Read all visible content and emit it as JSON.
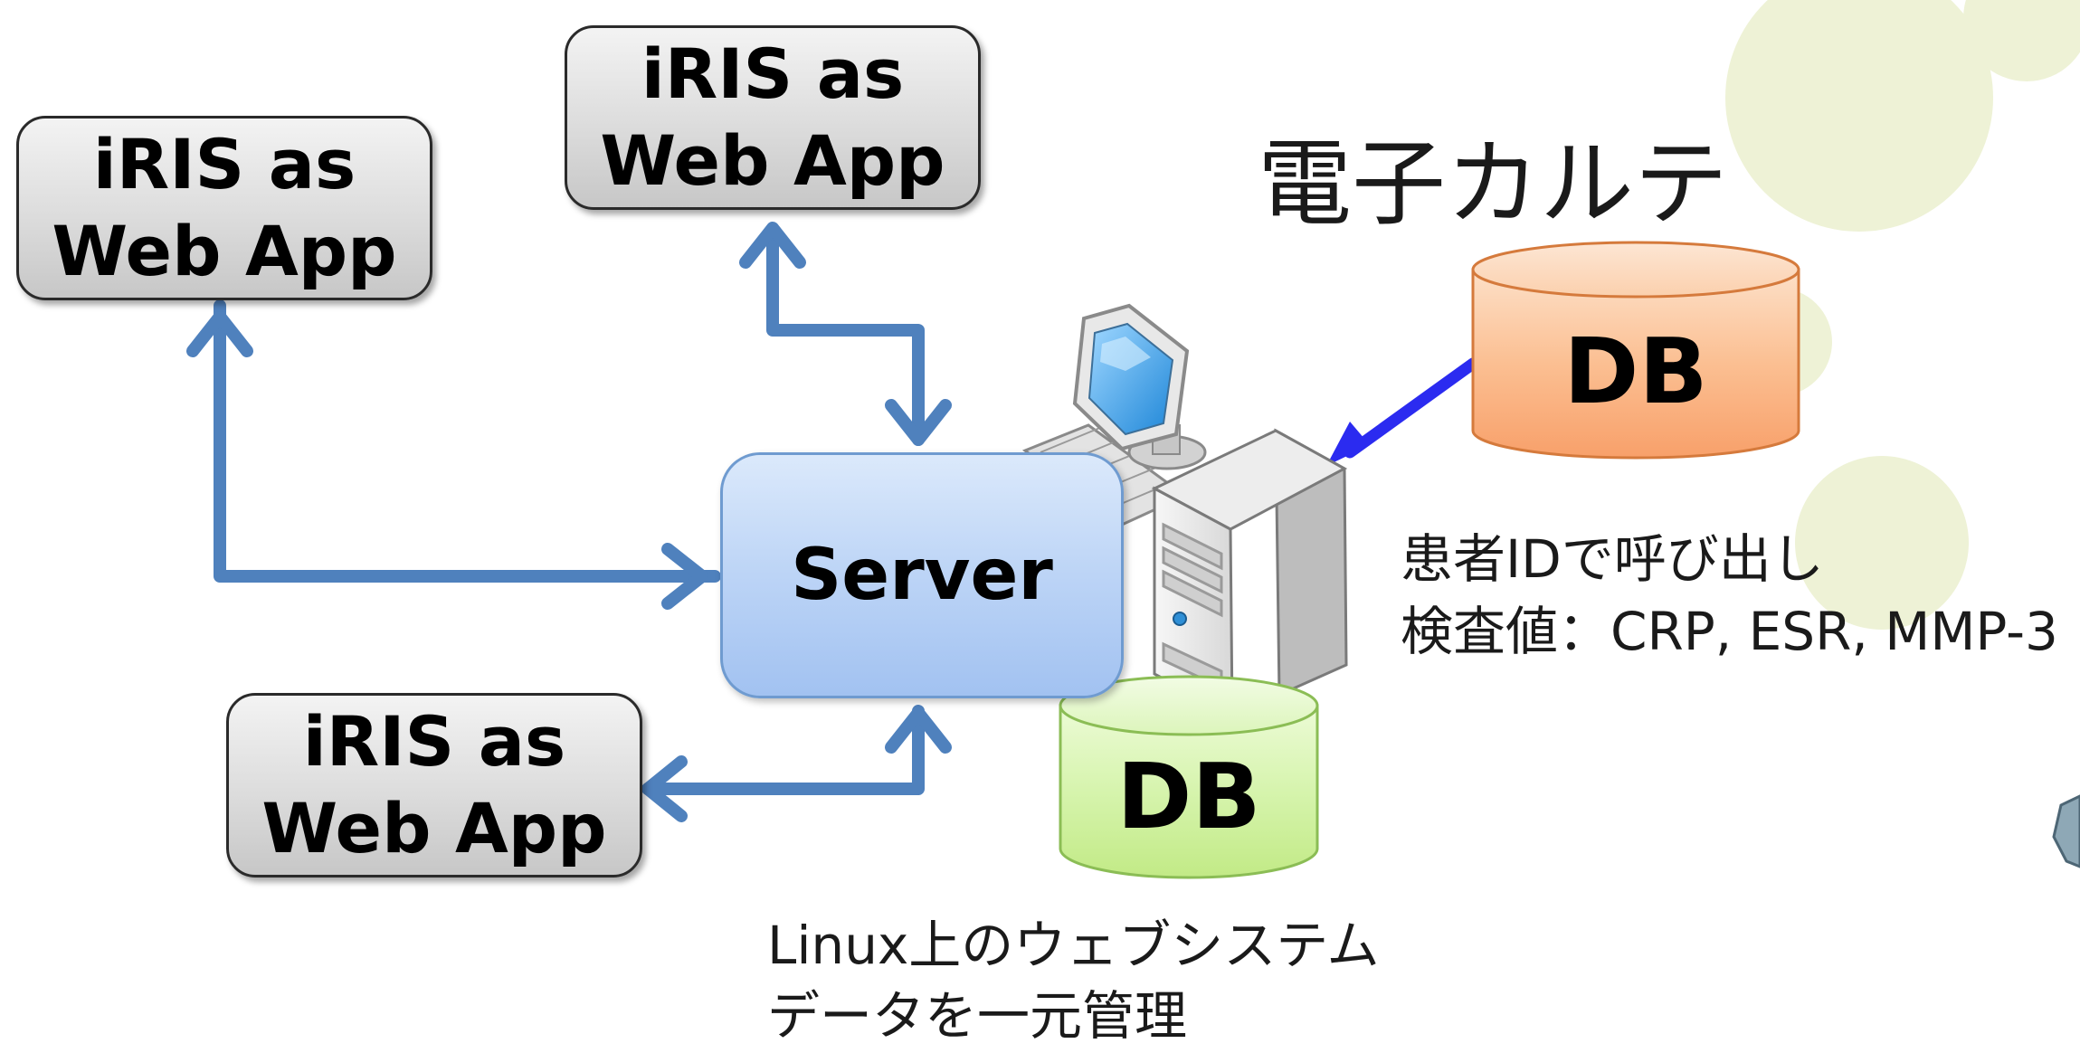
{
  "app_boxes": [
    {
      "line1": "iRIS as",
      "line2": "Web App"
    },
    {
      "line1": "iRIS as",
      "line2": "Web App"
    },
    {
      "line1": "iRIS as",
      "line2": "Web App"
    }
  ],
  "server": {
    "label": "Server"
  },
  "emr": {
    "title": "電子カルテ",
    "db_label": "DB",
    "caption_line1": "患者IDで呼び出し",
    "caption_line2": "検査値：CRP, ESR, MMP-3"
  },
  "local_db": {
    "label": "DB"
  },
  "system_caption": {
    "line1": "Linux上のウェブシステム",
    "line2": "データを一元管理"
  },
  "colors": {
    "arrow_blue": "#4f81bd",
    "emr_arrow": "#2b2bf0",
    "decor_green": "#eef2d6",
    "db_orange": "#f8a572",
    "db_green": "#c9ef95",
    "server_blue": "#b7d0f5"
  }
}
